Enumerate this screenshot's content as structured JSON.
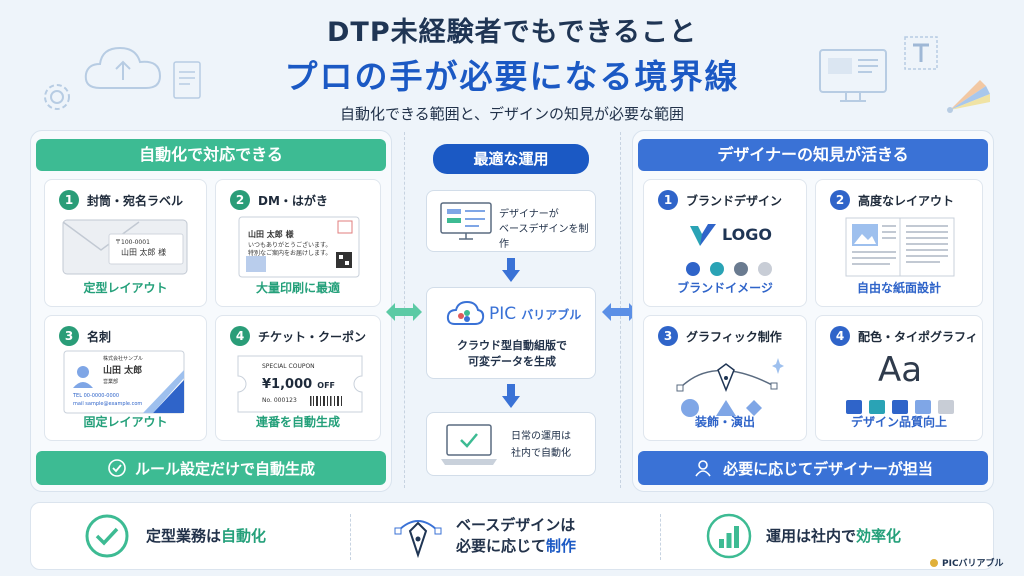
{
  "header": {
    "title_line1": "DTP未経験者でもできること",
    "title_line2": "プロの手が必要になる境界線",
    "subtitle": "自動化できる範囲と、デザインの知見が必要な範囲"
  },
  "left": {
    "heading": "自動化で対応できる",
    "cards": [
      {
        "num": "1",
        "title": "封筒・宛名ラベル",
        "footer": "定型レイアウト"
      },
      {
        "num": "2",
        "title": "DM・はがき",
        "footer": "大量印刷に最適"
      },
      {
        "num": "3",
        "title": "名刺",
        "footer": "固定レイアウト"
      },
      {
        "num": "4",
        "title": "チケット・クーポン",
        "footer": "連番を自動生成"
      }
    ],
    "banner": "ルール設定だけで自動生成"
  },
  "center": {
    "heading": "最適な運用",
    "step1_line1": "デザイナーが",
    "step1_line2": "ベースデザインを制作",
    "logo_pic": "PIC",
    "logo_variable": "バリアブル",
    "step2_line1": "クラウド型自動組版で",
    "step2_line2": "可変データを生成",
    "step3_line1": "日常の運用は",
    "step3_line2": "社内で自動化"
  },
  "right": {
    "heading": "デザイナーの知見が活きる",
    "cards": [
      {
        "num": "1",
        "title": "ブランドデザイン",
        "footer": "ブランドイメージ"
      },
      {
        "num": "2",
        "title": "高度なレイアウト",
        "footer": "自由な紙面設計"
      },
      {
        "num": "3",
        "title": "グラフィック制作",
        "footer": "装飾・演出"
      },
      {
        "num": "4",
        "title": "配色・タイポグラフィ",
        "footer": "デザイン品質向上"
      }
    ],
    "banner": "必要に応じてデザイナーが担当",
    "logo_text": "LOGO",
    "aa_text": "Aa"
  },
  "samples": {
    "envelope_zip": "〒100-0001",
    "envelope_name": "山田 太郎 様",
    "dm_name": "山田 太郎 様",
    "dm_line1": "いつもありがとうございます。",
    "dm_line2": "特別なご案内をお届けします。",
    "bc_company": "株式会社サンプル",
    "bc_name": "山田 太郎",
    "bc_dept": "営業部",
    "bc_tel": "TEL 00-0000-0000",
    "bc_mail": "mail sample@example.com",
    "coupon_label": "SPECIAL COUPON",
    "coupon_amount": "¥1,000",
    "coupon_off": "OFF",
    "coupon_no": "No. 000123"
  },
  "bottom": {
    "item1_pre": "定型業務は",
    "item1_hl": "自動化",
    "item2_line1": "ベースデザインは",
    "item2_pre": "必要に応じて",
    "item2_hl": "制作",
    "item3_pre": "運用は社内で",
    "item3_hl": "効率化",
    "brand": "PICバリアブル"
  },
  "colors": {
    "green": "#3dbb93",
    "blue": "#3a72d6",
    "navy": "#1f3554",
    "title_blue": "#1b59c4",
    "palette": [
      "#2f64c9",
      "#2aa3b5",
      "#6a7b90",
      "#c8cdd6"
    ],
    "swatches": [
      "#2f64c9",
      "#2aa3b5",
      "#2f64c9",
      "#7fa6e6",
      "#c8cdd6"
    ]
  }
}
